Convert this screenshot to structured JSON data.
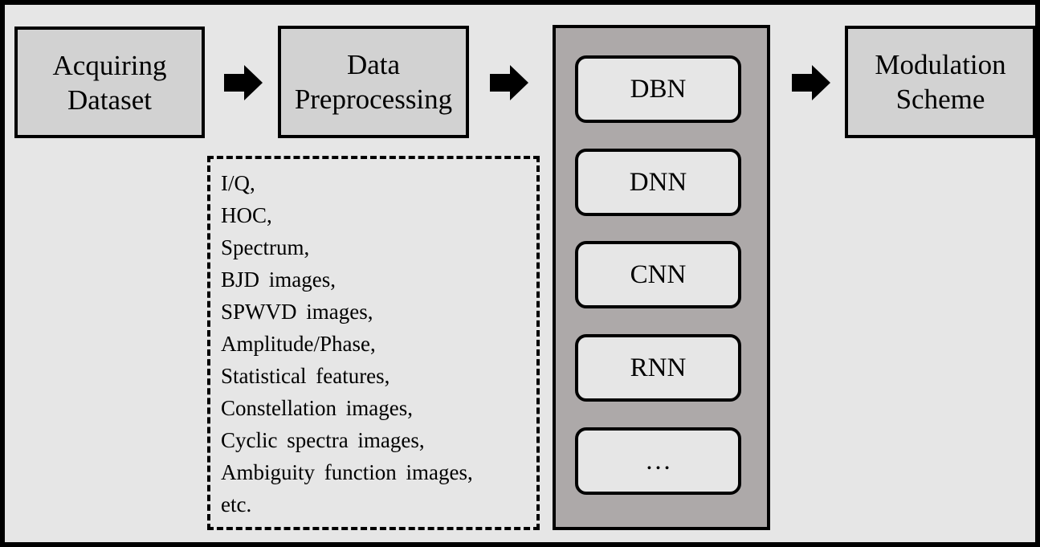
{
  "stages": {
    "acquire": "Acquiring\nDataset",
    "preprocess": "Data\nPreprocessing",
    "output": "Modulation\nScheme"
  },
  "features": [
    "I/Q,",
    "HOC,",
    "Spectrum,",
    "BJD images,",
    "SPWVD images,",
    "Amplitude/Phase,",
    "Statistical features,",
    "Constellation images,",
    "Cyclic spectra images,",
    "Ambiguity function images,",
    "etc."
  ],
  "models": [
    "DBN",
    "DNN",
    "CNN",
    "RNN",
    "…"
  ],
  "icons": {
    "flow_arrow": "right-arrow-icon"
  },
  "colors": {
    "background": "#e6e6e6",
    "stage_fill": "#d2d2d2",
    "panel_fill": "#ada9a9",
    "stroke": "#000000"
  }
}
